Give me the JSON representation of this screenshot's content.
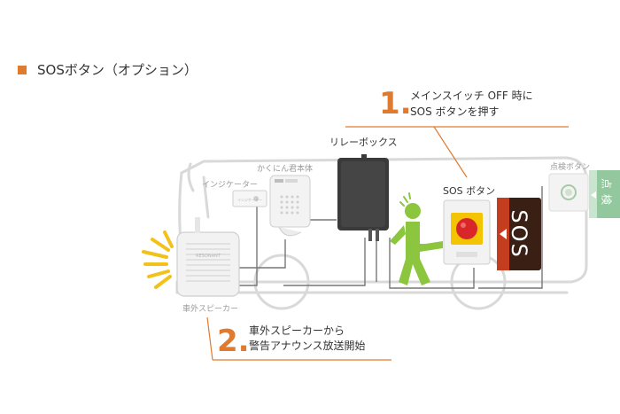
{
  "title": "SOSボタン（オプション）",
  "step1": {
    "number": "1.",
    "line1": "メインスイッチ OFF 時に",
    "line2": "SOS ボタンを押す"
  },
  "step2": {
    "number": "2.",
    "line1": "車外スピーカーから",
    "line2": "警告アナウンス放送開始"
  },
  "labels": {
    "relay_box": "リレーボックス",
    "sos_button": "SOS ボタン",
    "main_unit": "かくにん君本体",
    "indicator": "インジケーター",
    "check_button": "点検ボタン",
    "external_speaker": "車外スピーカー",
    "sos_sign": "SOS",
    "check_sign": "点検",
    "indicator_inner": "インジケーター",
    "speaker_logo": "RESONANT"
  },
  "colors": {
    "accent": "#e07a2e",
    "sign_dark": "#3a1f14",
    "sign_red": "#c43d1e",
    "figure_green": "#8cc63f",
    "button_yellow": "#f5c400",
    "button_red": "#d8262a",
    "check_green": "#3a9a4e"
  }
}
